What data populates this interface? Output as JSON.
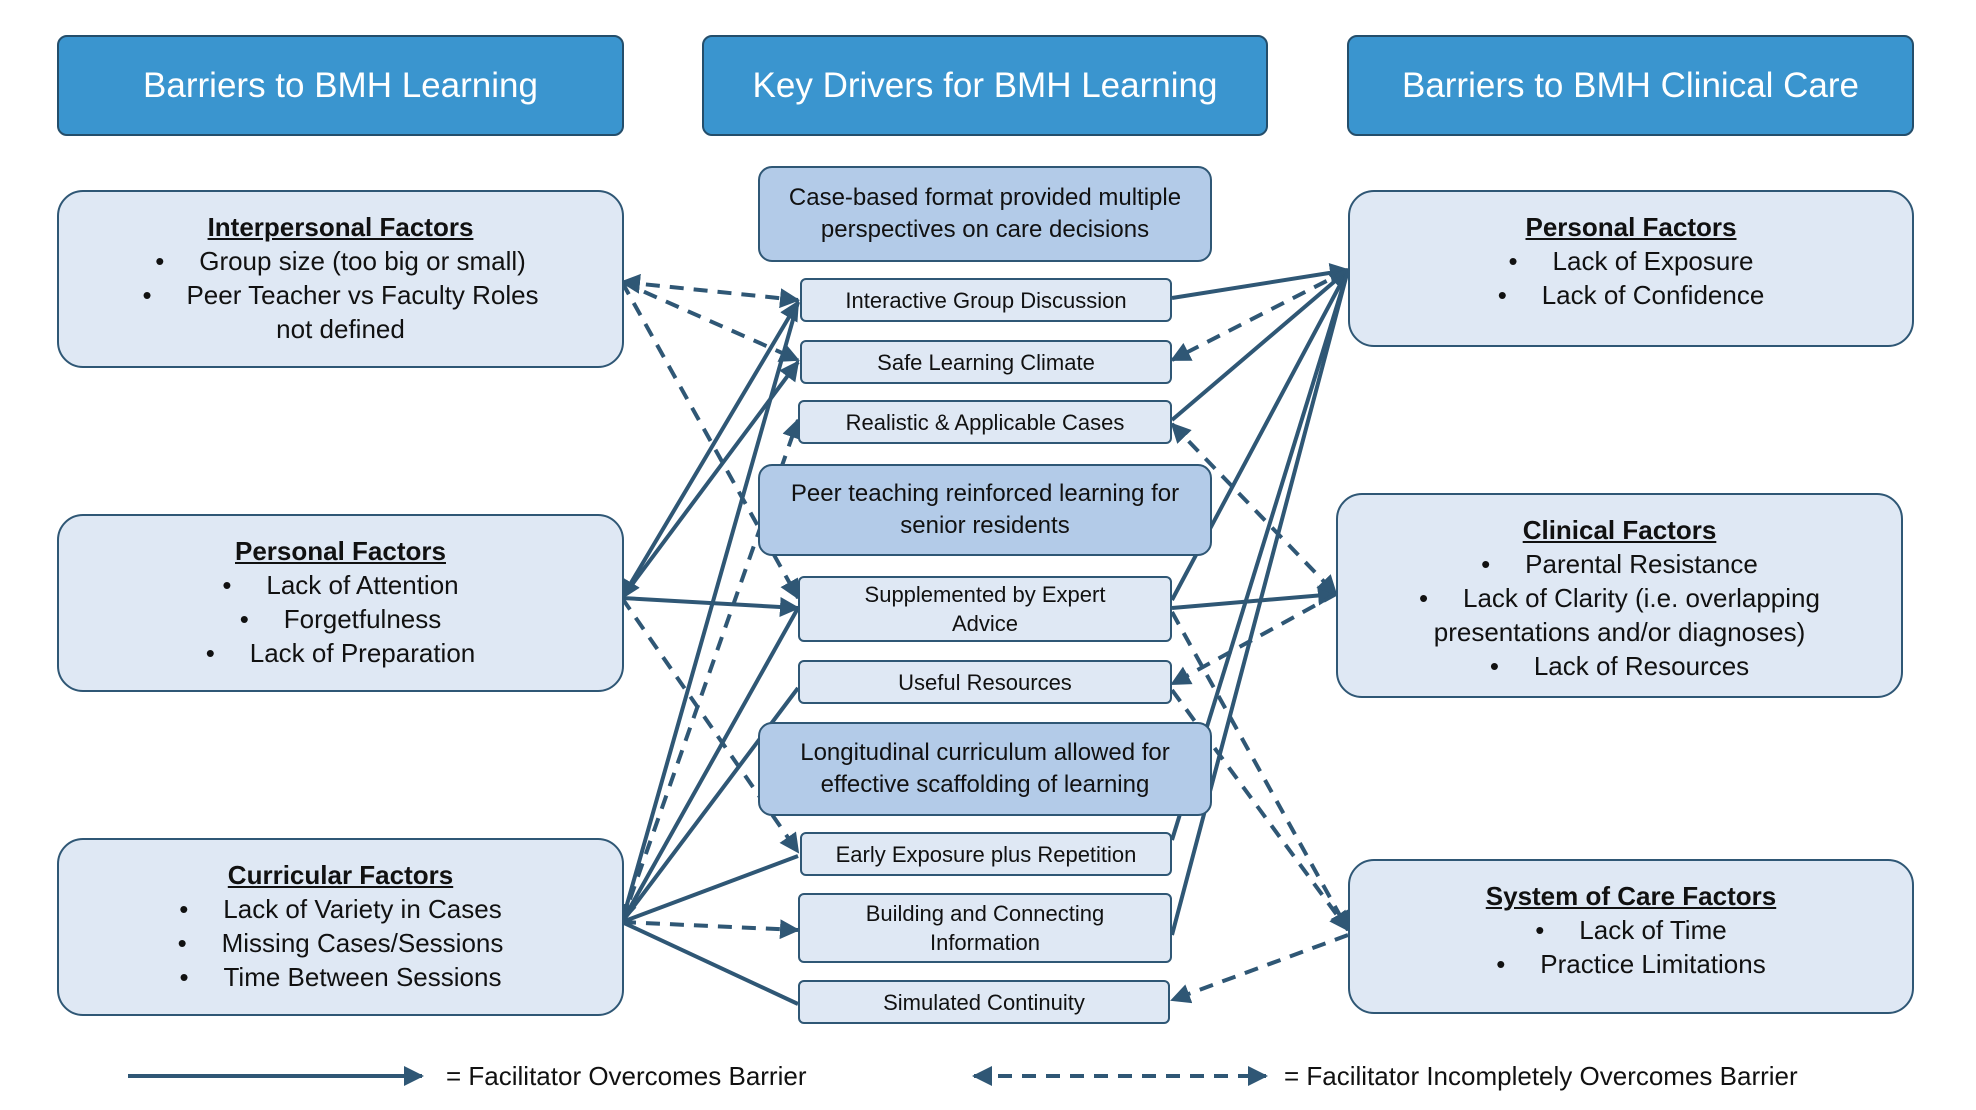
{
  "headers": {
    "left": "Barriers to BMH Learning",
    "center": "Key Drivers for BMH Learning",
    "right": "Barriers to BMH Clinical Care"
  },
  "left_boxes": [
    {
      "title": "Interpersonal Factors",
      "items": [
        "Group size (too big or small)",
        "Peer Teacher vs Faculty Roles not defined"
      ]
    },
    {
      "title": "Personal Factors",
      "items": [
        "Lack of Attention",
        "Forgetfulness",
        "Lack of Preparation"
      ]
    },
    {
      "title": "Curricular Factors",
      "items": [
        "Lack of Variety in Cases",
        "Missing Cases/Sessions",
        "Time Between Sessions"
      ]
    }
  ],
  "right_boxes": [
    {
      "title": "Personal Factors",
      "items": [
        "Lack of Exposure",
        "Lack of Confidence"
      ]
    },
    {
      "title": "Clinical Factors",
      "items": [
        "Parental Resistance",
        "Lack of Clarity (i.e. overlapping presentations and/or diagnoses)",
        "Lack of Resources"
      ]
    },
    {
      "title": "System of Care Factors",
      "items": [
        "Lack of Time",
        "Practice Limitations"
      ]
    }
  ],
  "key_themes": [
    "Case-based format provided multiple perspectives on care decisions",
    "Peer teaching reinforced learning for senior residents",
    "Longitudinal curriculum allowed for effective scaffolding of learning"
  ],
  "drivers": [
    "Interactive Group Discussion",
    "Safe Learning Climate",
    "Realistic & Applicable Cases",
    "Supplemented by Expert Advice",
    "Useful Resources",
    "Early Exposure plus Repetition",
    "Building and Connecting Information",
    "Simulated Continuity"
  ],
  "legend": {
    "solid": "= Facilitator Overcomes Barrier",
    "dashed": "= Facilitator Incompletely Overcomes Barrier"
  },
  "colors": {
    "header": "#3a95cf",
    "box": "#dfe8f4",
    "theme_box": "#b3cbe8",
    "arrow": "#2f5775"
  }
}
